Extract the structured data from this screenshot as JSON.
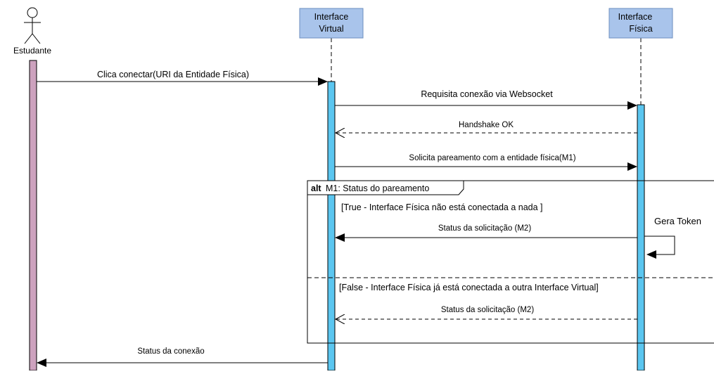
{
  "participants": {
    "student": {
      "label": "Estudante",
      "activation_color": "#cda2be"
    },
    "virtual": {
      "line1": "Interface",
      "line2": "Virtual",
      "box_fill": "#a9c4eb",
      "activation_color": "#5bc6f0"
    },
    "physical": {
      "line1": "Interface",
      "line2": "Física",
      "box_fill": "#a9c4eb",
      "activation_color": "#5bc6f0"
    }
  },
  "messages": [
    {
      "id": "m1",
      "label": "Clica conectar(URI da Entidade Física)",
      "style": "solid"
    },
    {
      "id": "m2",
      "label": "Requisita conexão via Websocket",
      "style": "solid"
    },
    {
      "id": "m3",
      "label": "Handshake OK",
      "style": "dashed"
    },
    {
      "id": "m4",
      "label": "Solicita pareamento com a entidade física(M1)",
      "style": "solid"
    },
    {
      "id": "m5",
      "label": "Status da solicitação (M2)",
      "style": "solid"
    },
    {
      "id": "m6",
      "label": "Gera Token",
      "style": "self"
    },
    {
      "id": "m7",
      "label": "Status da solicitação (M2)",
      "style": "dashed"
    },
    {
      "id": "m8",
      "label": "Status da conexão",
      "style": "solid"
    }
  ],
  "alt_frame": {
    "keyword": "alt",
    "title": "M1: Status do pareamento",
    "guard_true": "[True - Interface Física não está conectada a nada ]",
    "guard_false": "[False - Interface Física já está conectada a outra Interface Virtual]"
  }
}
